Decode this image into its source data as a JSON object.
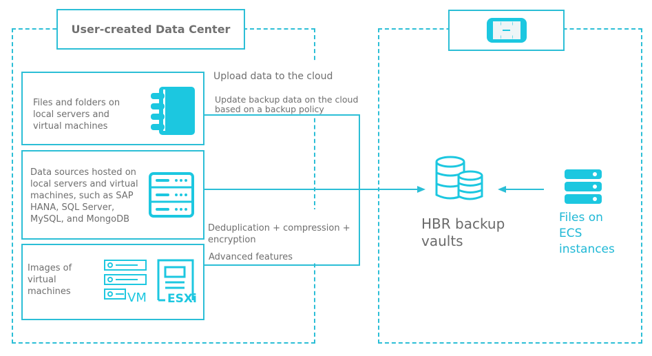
{
  "colors": {
    "accent": "#2bbed6",
    "icon_fill": "#1cc7e0",
    "text_gray": "#6e6e6e",
    "ecs_text": "#1fb8d6"
  },
  "left_region": {
    "title": "User-created Data Center",
    "sources": [
      {
        "label": "Files and folders on local servers and virtual machines",
        "icon": "notebook-icon"
      },
      {
        "label": "Data sources hosted on local servers and virtual machines, such as SAP HANA, SQL Server, MySQL, and MongoDB",
        "icon": "server-rack-icon"
      },
      {
        "label": "Images of virtual machines",
        "icon": "vm-esxi-icon",
        "icon_labels": [
          "VM",
          "ESXi"
        ]
      }
    ]
  },
  "right_region": {
    "logo_icon": "alibaba-cloud-logo-icon",
    "vault_label": "HBR backup vaults",
    "ecs_label": "Files on ECS instances"
  },
  "flow_labels": {
    "upload": "Upload data to the cloud",
    "update": "Update backup data on the cloud based on a backup policy",
    "dedup": "Deduplication + compression + encryption",
    "advanced": "Advanced features"
  }
}
